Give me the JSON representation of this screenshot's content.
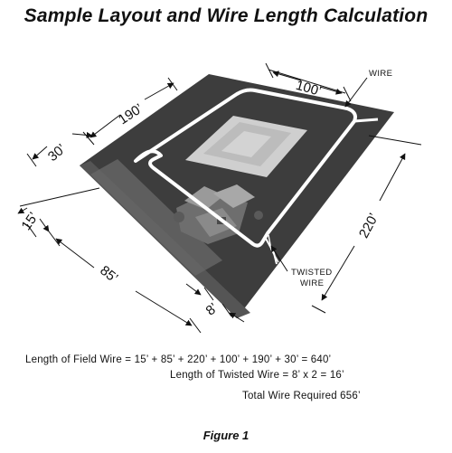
{
  "title": "Sample Layout and Wire Length Calculation",
  "labels": {
    "wire": "WIRE",
    "twisted_wire_line1": "TWISTED",
    "twisted_wire_line2": "WIRE"
  },
  "dimensions": {
    "d100": "100’",
    "d190": "190’",
    "d30": "30’",
    "d15": "15’",
    "d85": "85’",
    "d8": "8’",
    "d220": "220’"
  },
  "calculation": {
    "field_wire": "Length of Field Wire = 15’ + 85’ + 220’ + 100’ + 190’ + 30’ = 640’",
    "twisted_wire": "Length of Twisted Wire = 8’ x 2 =   16’",
    "total": "Total Wire Required 656’"
  },
  "caption": "Figure 1",
  "colors": {
    "yard": "#4a4a4a",
    "yard_dark": "#2f2f2f",
    "wire": "#ffffff",
    "pool": "#d8d8d8",
    "text": "#111111"
  }
}
